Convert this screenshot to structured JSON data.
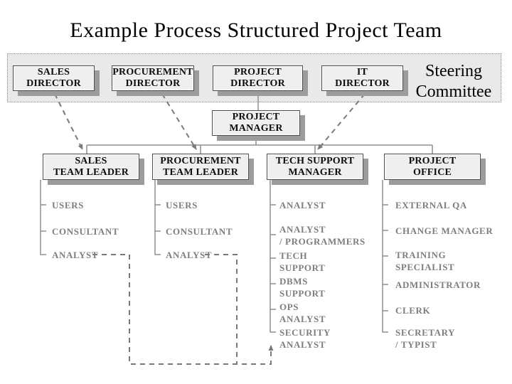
{
  "title": "Example Process Structured Project Team",
  "steering_committee": {
    "label": "Steering\nCommittee",
    "directors": [
      {
        "label": "SALES\nDIRECTOR"
      },
      {
        "label": "PROCUREMENT\nDIRECTOR"
      },
      {
        "label": "PROJECT\nDIRECTOR"
      },
      {
        "label": "IT\nDIRECTOR"
      }
    ]
  },
  "project_manager": {
    "label": "PROJECT\nMANAGER"
  },
  "teams": [
    {
      "leader": "SALES\nTEAM LEADER",
      "members": [
        "USERS",
        "CONSULTANT",
        "ANALYST"
      ]
    },
    {
      "leader": "PROCUREMENT\nTEAM LEADER",
      "members": [
        "USERS",
        "CONSULTANT",
        "ANALYST"
      ]
    },
    {
      "leader": "TECH SUPPORT\nMANAGER",
      "members": [
        "ANALYST",
        "ANALYST\n/ PROGRAMMERS",
        "TECH\nSUPPORT",
        "DBMS\nSUPPORT",
        "OPS\nANALYST",
        "SECURITY\nANALYST"
      ]
    },
    {
      "leader": "PROJECT\nOFFICE",
      "members": [
        "EXTERNAL QA",
        "CHANGE MANAGER",
        "TRAINING\nSPECIALIST",
        "ADMINISTRATOR",
        "CLERK",
        "SECRETARY\n/ TYPIST"
      ]
    }
  ],
  "colors": {
    "box_fill": "#efefef",
    "box_border": "#4c4c4c",
    "box_shadow": "#9c9c9c",
    "container_fill": "#e9e9e9",
    "solid_line": "#8f8f8f",
    "dashed_line": "#7a7a7a",
    "member_text": "#7e7e7e"
  }
}
